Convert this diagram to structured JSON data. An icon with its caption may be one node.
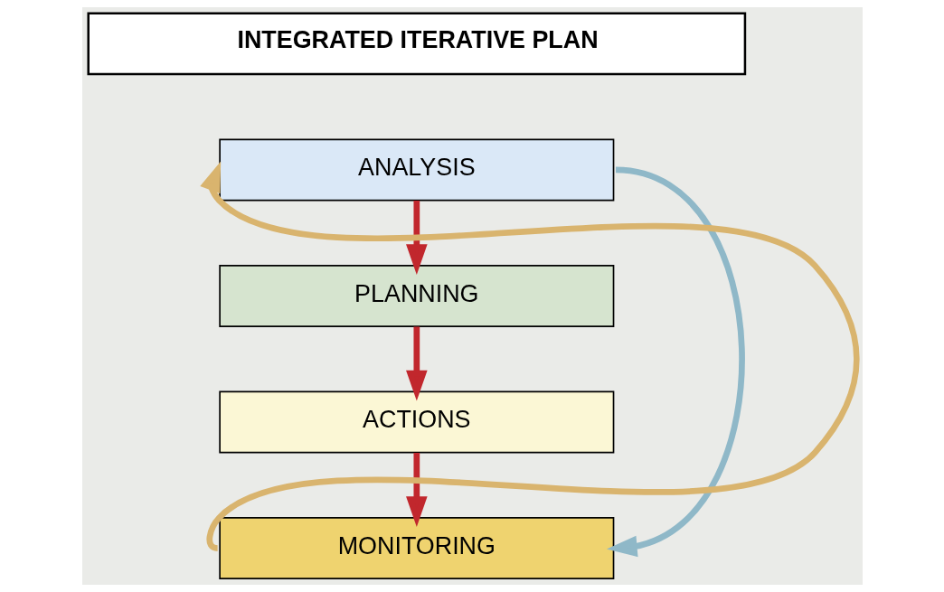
{
  "diagram": {
    "nodes": [
      {
        "text": [
          "INTEGRATED ITERATIVE PLAN"
        ]
      },
      {
        "text": [
          "ANALYSIS"
        ]
      },
      {
        "text": [
          "PLANNING"
        ]
      },
      {
        "text": [
          "ACTIONS"
        ]
      },
      {
        "text": [
          "MONITORING"
        ]
      }
    ],
    "edges": [
      {
        "from": 1,
        "to": 2,
        "arrow": "to",
        "color": "#c1272d"
      },
      {
        "from": 2,
        "to": 3,
        "arrow": "to",
        "color": "#c1272d"
      },
      {
        "from": 3,
        "to": 4,
        "arrow": "to",
        "color": "#c1272d"
      },
      {
        "from": 4,
        "to": 1,
        "arrow": "to",
        "color": "#d9b46e"
      },
      {
        "from": 1,
        "to": 4,
        "arrow": "to",
        "color": "#8fb8c8"
      }
    ]
  }
}
